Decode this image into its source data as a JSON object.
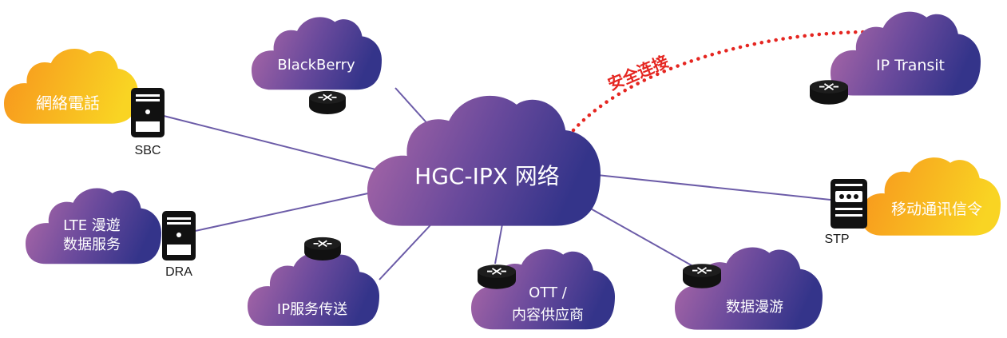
{
  "colors": {
    "purple_start": "#b06aa8",
    "purple_end": "#34348a",
    "orange_start": "#f7941d",
    "orange_end": "#f9d423",
    "link_line": "#5c4a9e",
    "secure_red": "#e52621",
    "device_black": "#111111"
  },
  "center": {
    "label": "HGC-IPX 网络"
  },
  "clouds": {
    "blackberry": "BlackBerry",
    "voip": "網絡電話",
    "ip_transit": "IP Transit",
    "lte_line1": "LTE 漫遊",
    "lte_line2": "数据服务",
    "mobile_signaling": "移动通讯信令",
    "ip_service": "IP服务传送",
    "ott_line1": "OTT /",
    "ott_line2": "内容供应商",
    "data_roaming": "数据漫游"
  },
  "devices": {
    "sbc": "SBC",
    "dra": "DRA",
    "stp": "STP"
  },
  "secure_link": {
    "label": "安全连接"
  },
  "icons": [
    "router-icon",
    "server-icon"
  ]
}
